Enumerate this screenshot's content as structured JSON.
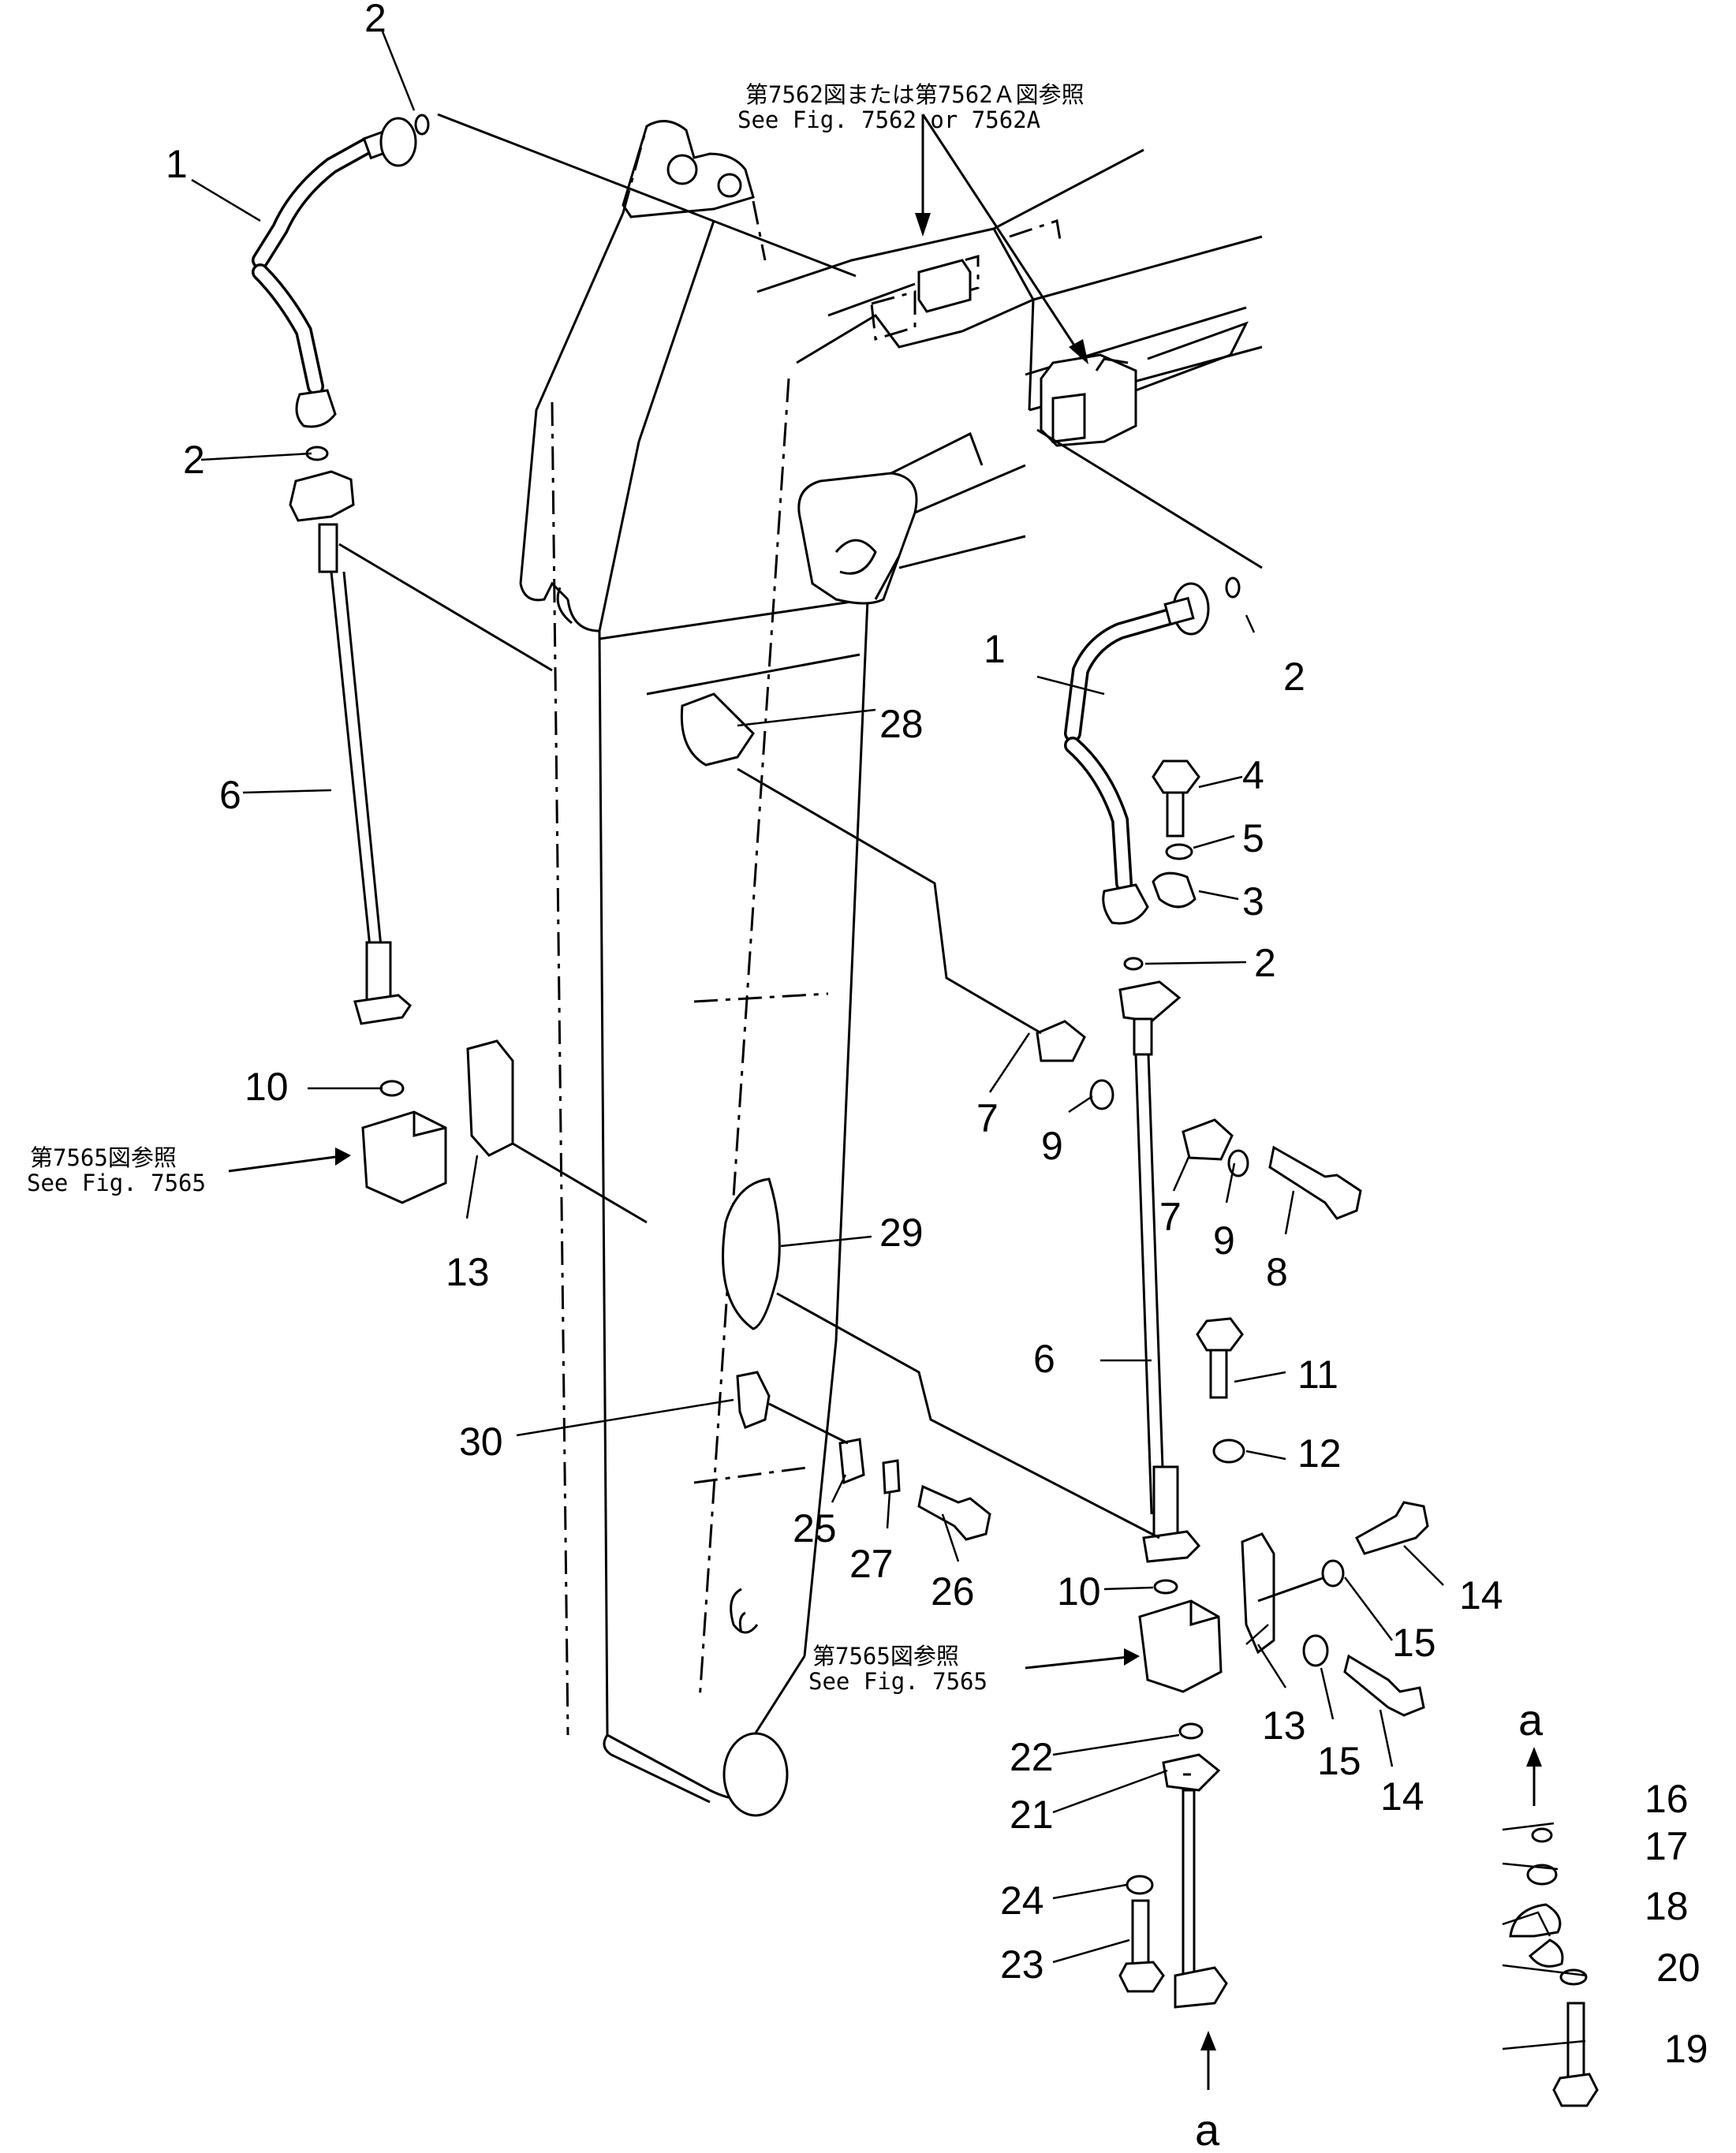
{
  "callouts": {
    "c1a": "1",
    "c1b": "1",
    "c2a": "2",
    "c2b": "2",
    "c2c": "2",
    "c2d": "2",
    "c3": "3",
    "c4": "4",
    "c5": "5",
    "c6a": "6",
    "c6b": "6",
    "c7a": "7",
    "c7b": "7",
    "c8": "8",
    "c9a": "9",
    "c9b": "9",
    "c10a": "10",
    "c10b": "10",
    "c11": "11",
    "c12": "12",
    "c13a": "13",
    "c13b": "13",
    "c14a": "14",
    "c14b": "14",
    "c15a": "15",
    "c15b": "15",
    "c16": "16",
    "c17": "17",
    "c18": "18",
    "c19": "19",
    "c20": "20",
    "c21": "21",
    "c22": "22",
    "c23": "23",
    "c24": "24",
    "c25": "25",
    "c26": "26",
    "c27": "27",
    "c28": "28",
    "c29": "29",
    "c30": "30",
    "a_top": "a",
    "a_bottom": "a"
  },
  "notes": {
    "fig7562_jp": "第7562図または第7562Ａ図参照",
    "fig7562_en": "See  Fig.  7562  or  7562A",
    "fig7565_left_jp": "第7565図参照",
    "fig7565_left_en": "See  Fig. 7565",
    "fig7565_right_jp": "第7565図参照",
    "fig7565_right_en": "See  Fig.  7565"
  }
}
